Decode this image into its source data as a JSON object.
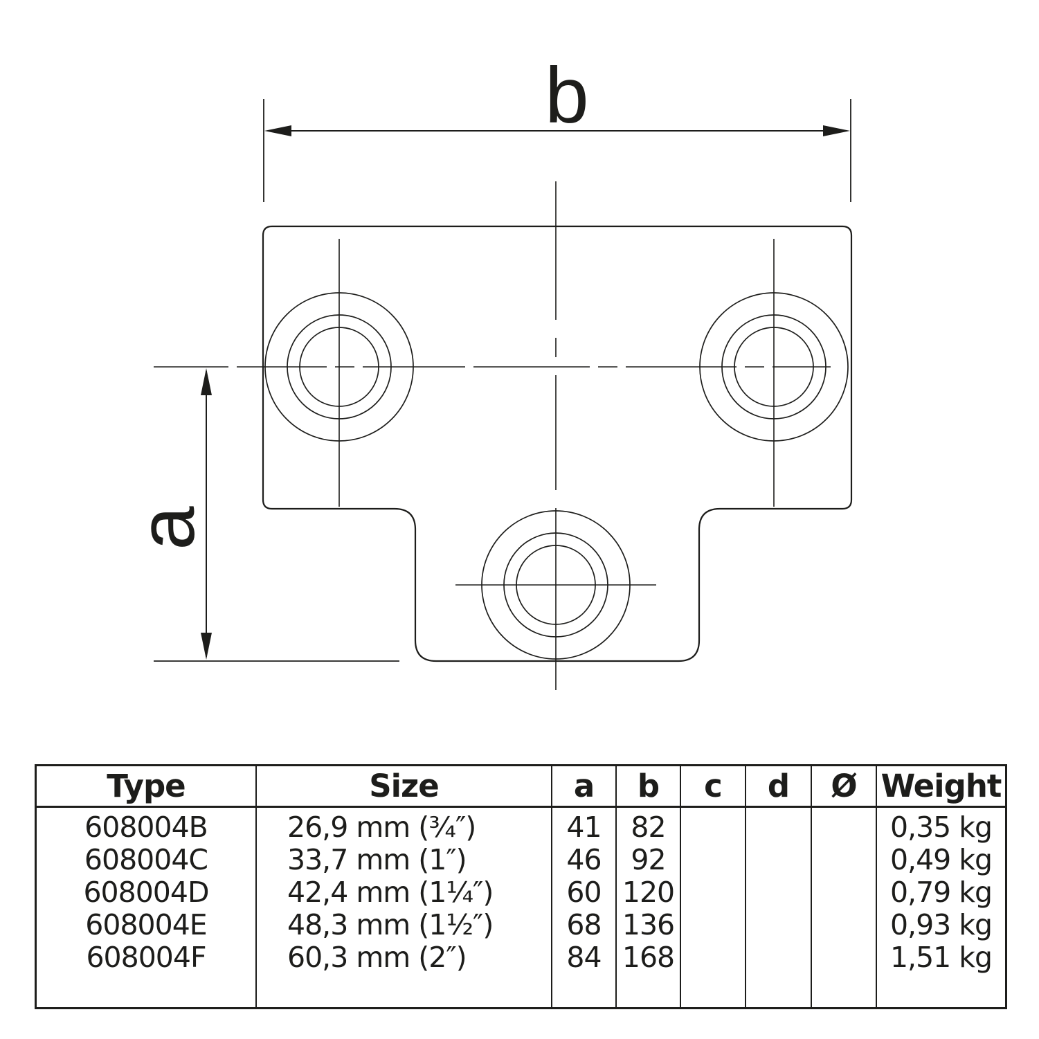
{
  "drawing": {
    "dim_width_label": "b",
    "dim_height_label": "a"
  },
  "table": {
    "headers": [
      "Type",
      "Size",
      "a",
      "b",
      "c",
      "d",
      "Ø",
      "Weight"
    ],
    "rows": [
      {
        "type": "608004B",
        "size": "26,9 mm (¾″)",
        "a": "41",
        "b": "82",
        "c": "",
        "d": "",
        "diameter": "",
        "weight": "0,35 kg"
      },
      {
        "type": "608004C",
        "size": "33,7 mm (1″)",
        "a": "46",
        "b": "92",
        "c": "",
        "d": "",
        "diameter": "",
        "weight": "0,49 kg"
      },
      {
        "type": "608004D",
        "size": "42,4 mm (1¼″)",
        "a": "60",
        "b": "120",
        "c": "",
        "d": "",
        "diameter": "",
        "weight": "0,79 kg"
      },
      {
        "type": "608004E",
        "size": "48,3 mm (1½″)",
        "a": "68",
        "b": "136",
        "c": "",
        "d": "",
        "diameter": "",
        "weight": "0,93 kg"
      },
      {
        "type": "608004F",
        "size": "60,3 mm (2″)",
        "a": "84",
        "b": "168",
        "c": "",
        "d": "",
        "diameter": "",
        "weight": "1,51 kg"
      }
    ]
  },
  "colors": {
    "ink": "#1d1d1b",
    "background": "#ffffff"
  }
}
